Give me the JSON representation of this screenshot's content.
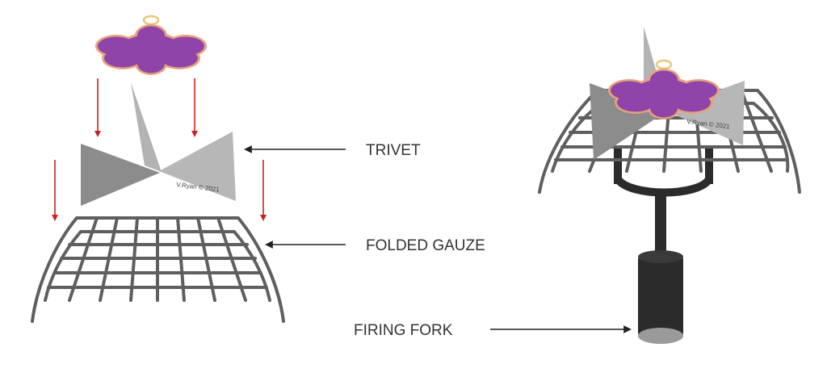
{
  "labels": {
    "trivet": "TRIVET",
    "folded_gauze": "FOLDED GAUZE",
    "firing_fork": "FIRING FORK"
  },
  "watermark": "V.Ryan © 2021",
  "colors": {
    "enamel": "#8e44a8",
    "copper_rim": "#e6a27c",
    "hanging_ring": "#e8c878",
    "wire": "#5f5f5f",
    "trivet_dark": "#8c8c8c",
    "trivet_light": "#b3b3b3",
    "fork": "#2b2b2b",
    "fork_handle_end": "#9a9a9a",
    "drop_arrows": "#cc2222",
    "pointer_arrows": "#222222"
  }
}
